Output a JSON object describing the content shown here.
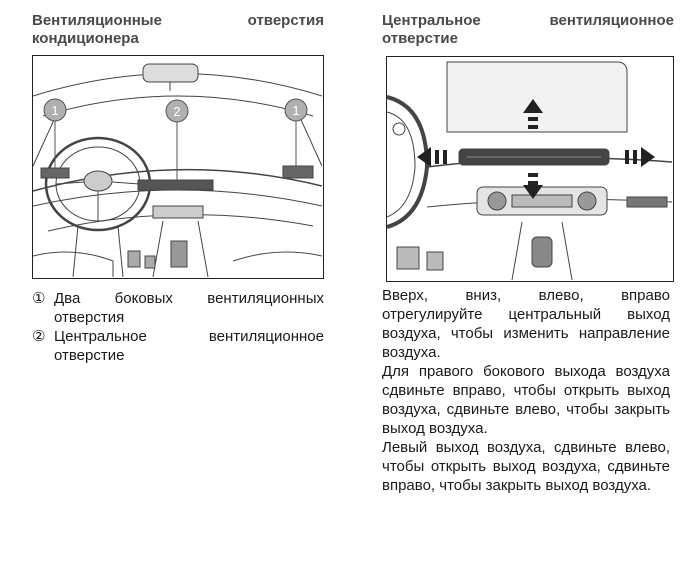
{
  "left": {
    "heading": "Вентиляционные отверстия кондиционера",
    "figure": {
      "callouts": [
        "1",
        "2",
        "1"
      ]
    },
    "notes": [
      {
        "marker": "①",
        "text": "Два боковых вентиляционных отверстия"
      },
      {
        "marker": "②",
        "text": "Центральное вентиляционное отверстие"
      }
    ]
  },
  "right": {
    "heading": "Центральное вентиляционное отверстие",
    "paragraphs": [
      "Вверх, вниз, влево, вправо отрегулируйте центральный выход воздуха, чтобы изменить направление воздуха.",
      "Для правого бокового выхода воздуха сдвиньте вправо, чтобы открыть выход воздуха, сдвиньте влево, чтобы закрыть выход воздуха.",
      "Левый выход воздуха, сдвиньте влево, чтобы открыть выход воздуха, сдвиньте вправо, чтобы закрыть выход воздуха."
    ]
  }
}
